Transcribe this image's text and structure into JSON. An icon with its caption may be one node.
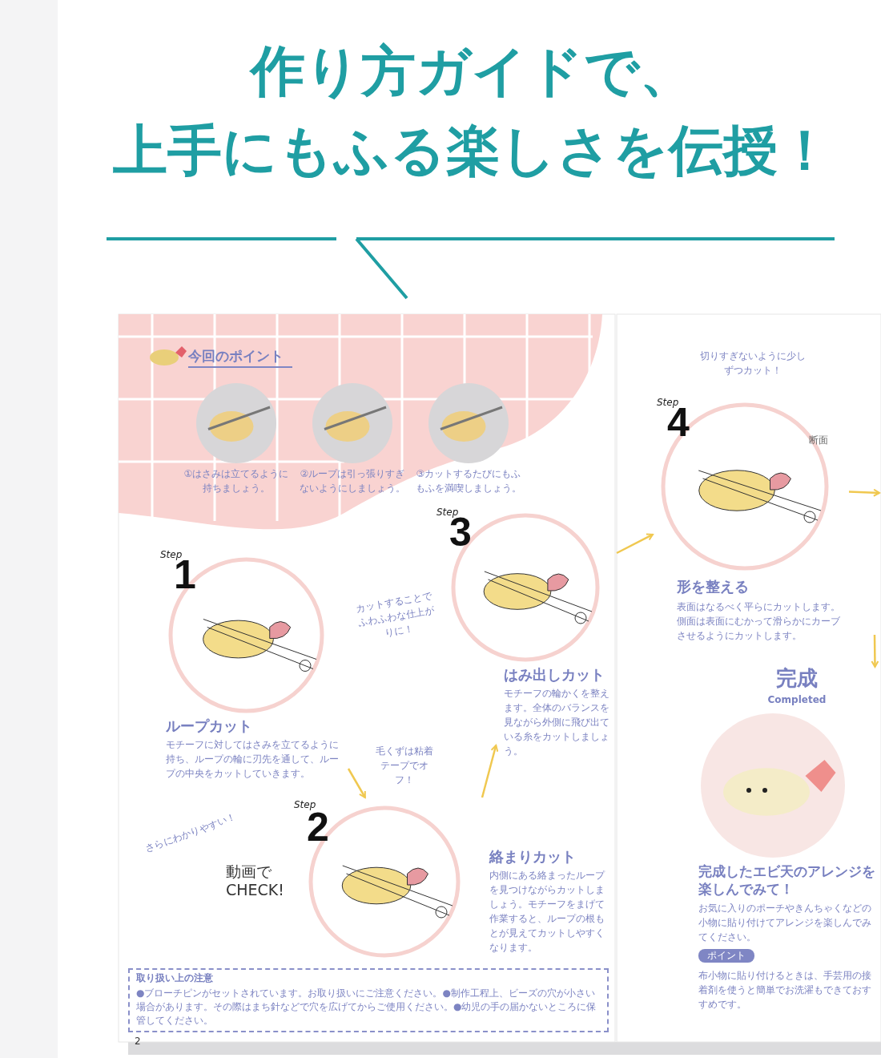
{
  "diagram": {
    "title": "作り方ガイドで、上手にもふる楽しさを伝授！",
    "nodes": [
      {
        "text": [
          "①はさみは立てるように持ちましょう。"
        ]
      },
      {
        "text": [
          "②ループは引っ張りすぎないようにしましょう。"
        ]
      },
      {
        "text": [
          "③カットするたびにもふもふを満喫しましょう。"
        ]
      },
      {
        "text": [
          "Step",
          "1",
          "ループカット",
          "モチーフに対してはさみを立てるように持ち、ループの輪に刃先を通して、ループの中央をカットしていきます。"
        ]
      },
      {
        "text": [
          "Step",
          "2",
          "絡まりカット",
          "内側にある絡まったループを見つけながらカットしましょう。モチーフをまげて作業すると、ループの根もとが見えてカットしやすくなります。"
        ]
      },
      {
        "text": [
          "Step",
          "3",
          "はみ出しカット",
          "モチーフの輪かくを整えます。全体のバランスを見ながら外側に飛び出ている糸をカットしましょう。"
        ]
      },
      {
        "text": [
          "Step",
          "4",
          "形を整える",
          "表面はなるべく平らにカットします。側面は表面にむかって滑らかにカーブさせるようにカットします。"
        ],
        "beside": [
          "切りすぎないように少しずつカット！"
        ]
      },
      {
        "text": [
          "完成",
          "Completed",
          "完成したエビ天のアレンジを楽しんでみて！",
          "お気に入りのポーチやきんちゃくなどの小物に貼り付けてアレンジを楽しんでみてください。",
          "ポイント",
          "布小物に貼り付けるときは、手芸用の接着剤を使うと簡単でお洗濯もできておすすめです。"
        ]
      },
      {
        "text": [
          "取り扱い上の注意",
          "●ブローチピンがセットされています。お取り扱いにご注意ください。●制作工程上、ビーズの穴が小さい場合があります。その際はまち針などで穴を広げてからご使用ください。●幼児の手の届かないところに保管してください。"
        ]
      }
    ],
    "edges": [
      {
        "from": 3,
        "to": 4,
        "arrow": "to"
      },
      {
        "from": 4,
        "to": 5,
        "arrow": "to"
      },
      {
        "from": 5,
        "to": 6,
        "arrow": "to"
      },
      {
        "from": 6,
        "to": null,
        "arrow": "to"
      },
      {
        "from": null,
        "to": 7,
        "arrow": "to"
      }
    ],
    "labels": [
      "今回のポイント",
      "カットすることでふわふわな仕上がりに！",
      "毛くずは粘着テープでオフ！",
      "さらにわかりやすい！",
      "動画でCHECK!",
      "断面",
      "2"
    ]
  }
}
